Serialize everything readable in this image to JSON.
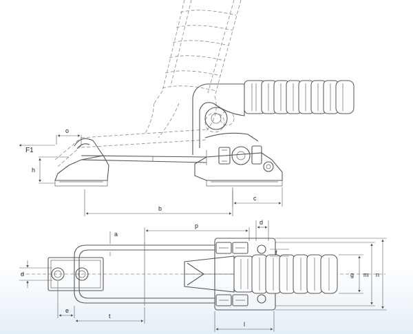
{
  "labels": {
    "F1": "F1",
    "o": "o",
    "h": "h",
    "b": "b",
    "c": "c",
    "a": "a",
    "p": "p",
    "d_top": "d",
    "f": "f",
    "d_left": "d",
    "g": "g",
    "m": "m",
    "n": "n",
    "e": "e",
    "t": "t",
    "l": "l"
  }
}
